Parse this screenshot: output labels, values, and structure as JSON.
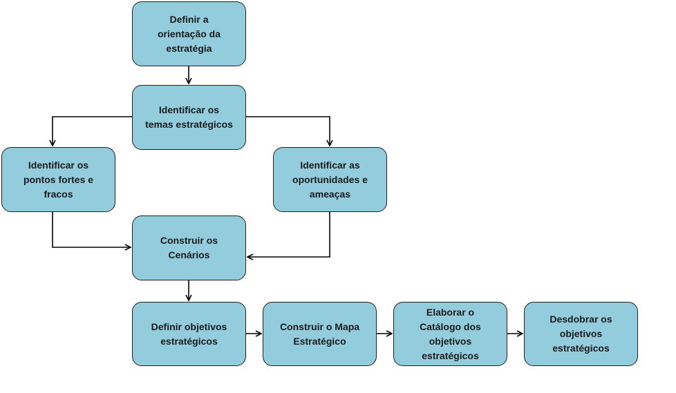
{
  "nodes": {
    "definir_orientacao": "Definir a\norientação da\nestratégia",
    "identificar_temas": "Identificar os\ntemas estratégicos",
    "identificar_pontos": "Identificar os\npontos fortes e\nfracos",
    "identificar_oportunidades": "Identificar as\noportunidades  e\nameaças",
    "construir_cenarios": "Construir os\nCenários",
    "definir_objetivos": "Definir objetivos\nestratégicos",
    "construir_mapa": "Construir o Mapa\nEstratégico",
    "elaborar_catalogo": "Elaborar o\nCatálogo dos\nobjetivos\nestratégicos",
    "desdobrar_objetivos": "Desdobrar os\nobjetivos\nestratégicos"
  },
  "colors": {
    "node_fill": "#93cddd",
    "node_border": "#1f1f1f",
    "connector": "#000000"
  }
}
